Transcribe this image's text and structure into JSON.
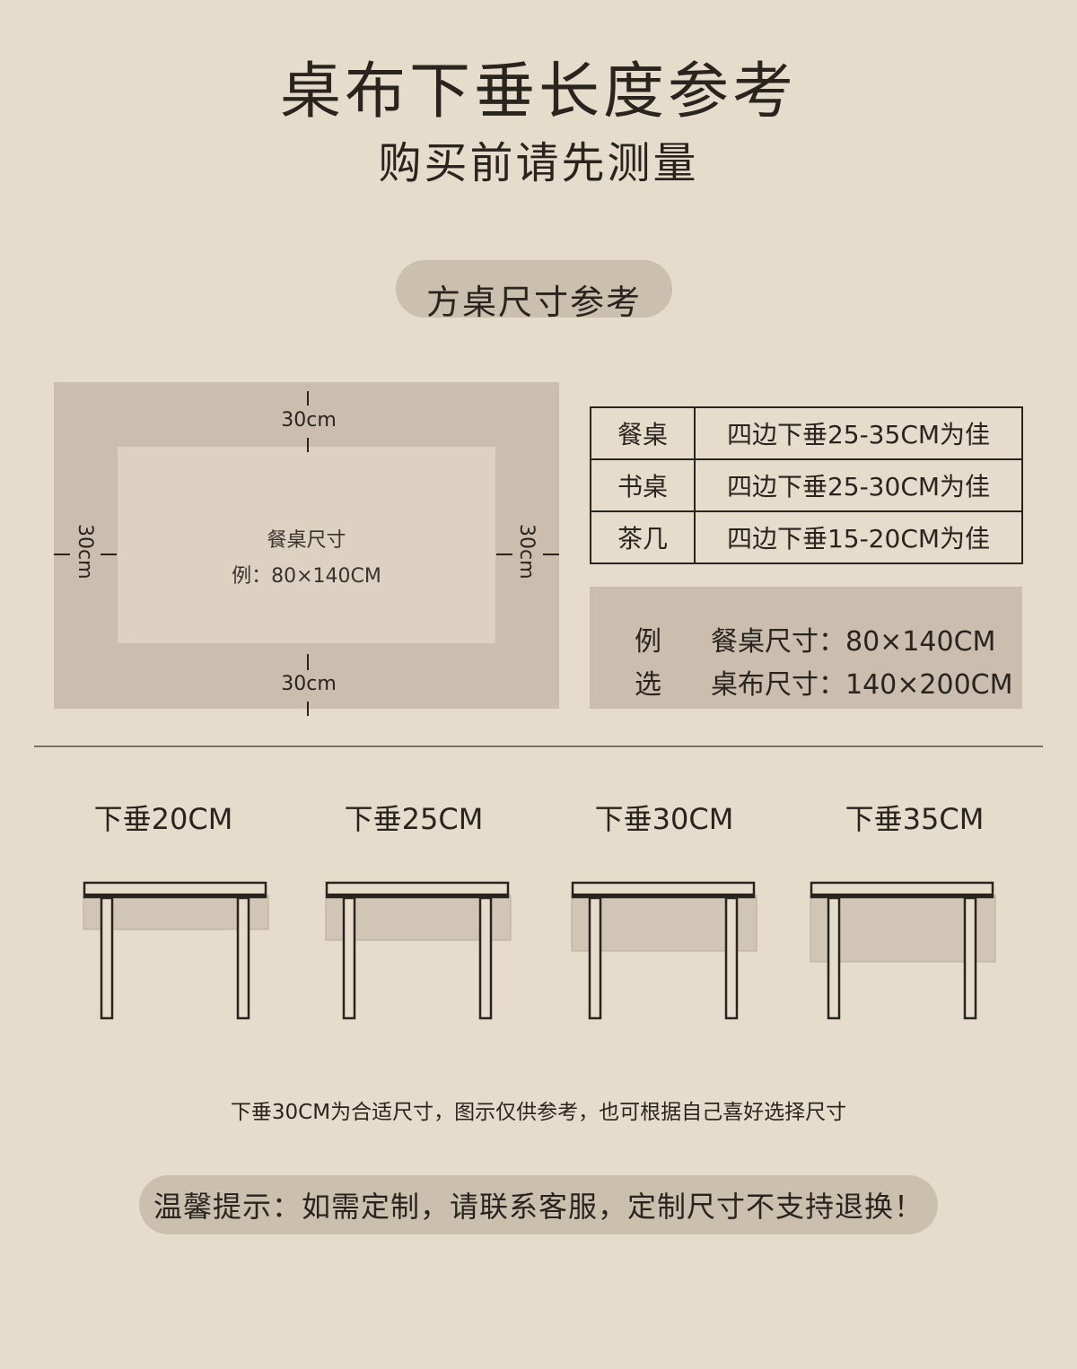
{
  "title": "桌布下垂长度参考",
  "subtitle": "购买前请先测量",
  "section_label": "方桌尺寸参考",
  "diagram": {
    "top_label": "30cm",
    "bottom_label": "30cm",
    "left_label": "30cm",
    "right_label": "30cm",
    "inner_title": "餐桌尺寸",
    "inner_example": "例：80×140CM"
  },
  "spec_table": [
    {
      "type": "餐桌",
      "desc": "四边下垂25-35CM为佳"
    },
    {
      "type": "书桌",
      "desc": "四边下垂25-30CM为佳"
    },
    {
      "type": "茶几",
      "desc": "四边下垂15-20CM为佳"
    }
  ],
  "example": {
    "label_1": "例",
    "label_2": "选",
    "table_size": "餐桌尺寸：80×140CM",
    "cloth_size": "桌布尺寸：140×200CM"
  },
  "drops": [
    {
      "label": "下垂20CM",
      "drop_cm": 20
    },
    {
      "label": "下垂25CM",
      "drop_cm": 25
    },
    {
      "label": "下垂30CM",
      "drop_cm": 30
    },
    {
      "label": "下垂35CM",
      "drop_cm": 35
    }
  ],
  "note": "下垂30CM为合适尺寸，图示仅供参考，也可根据自己喜好选择尺寸",
  "tip": "温馨提示：如需定制，请联系客服，定制尺寸不支持退换！",
  "colors": {
    "background": "#e6dccb",
    "panel": "#cbbeae",
    "inner_panel": "#ddd2c2",
    "ink": "#2a241f"
  }
}
